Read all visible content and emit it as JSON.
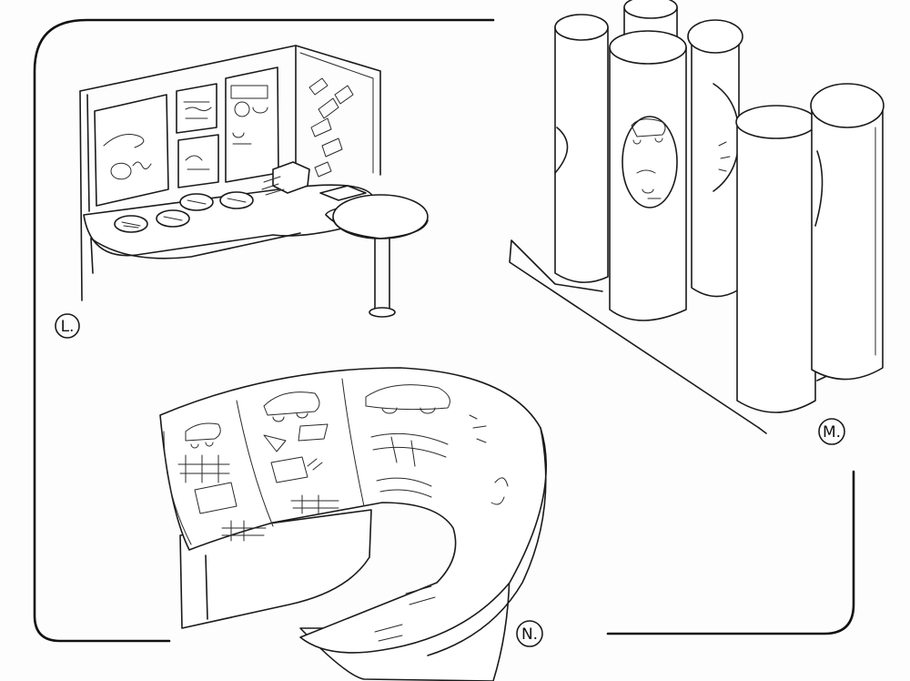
{
  "labels": {
    "l": "L.",
    "m": "M.",
    "n": "N."
  },
  "colors": {
    "ink": "#1a1a1a",
    "paper": "#fdfdfd"
  }
}
